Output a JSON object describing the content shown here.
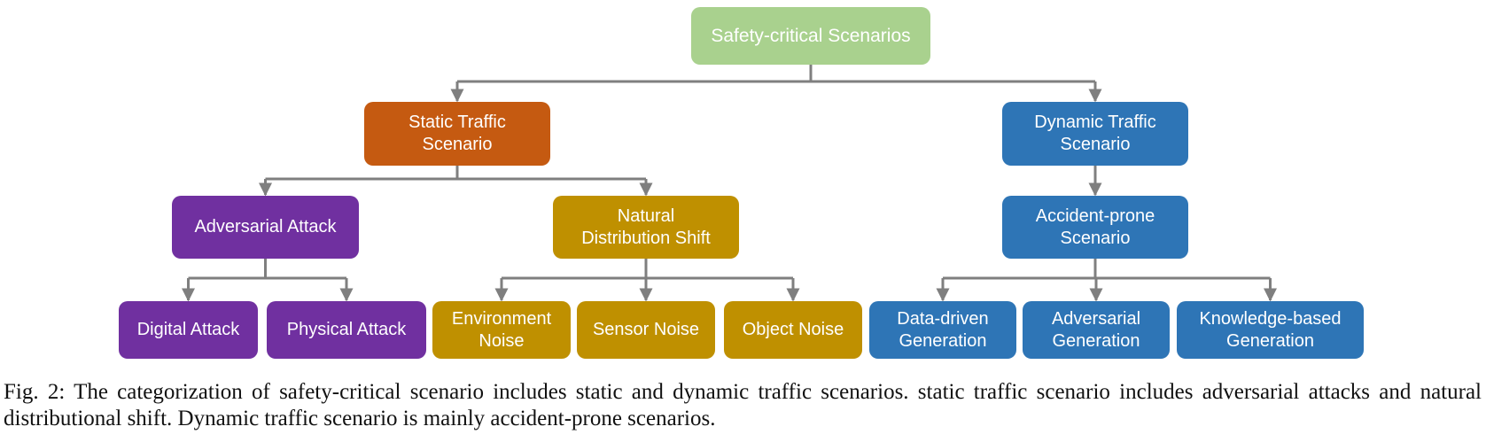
{
  "colors": {
    "root": "#a9d18e",
    "static": "#c55a11",
    "dynamic": "#2e75b6",
    "adversarial": "#7030a0",
    "natural": "#bf9000",
    "connector": "#7f7f7f"
  },
  "nodes": {
    "root": "Safety-critical Scenarios",
    "static_traffic": "Static Traffic\nScenario",
    "dynamic_traffic": "Dynamic Traffic\nScenario",
    "adversarial_attack": "Adversarial Attack",
    "natural_shift": "Natural\nDistribution Shift",
    "accident_prone": "Accident-prone\nScenario",
    "digital_attack": "Digital Attack",
    "physical_attack": "Physical Attack",
    "environment_noise": "Environment\nNoise",
    "sensor_noise": "Sensor Noise",
    "object_noise": "Object Noise",
    "data_driven": "Data-driven\nGeneration",
    "adversarial_generation": "Adversarial\nGeneration",
    "knowledge_based": "Knowledge-based\nGeneration"
  },
  "caption": "Fig. 2: The categorization of safety-critical scenario includes static and dynamic traffic scenarios. static traffic scenario includes adversarial attacks and natural distributional shift. Dynamic traffic scenario is mainly accident-prone scenarios."
}
